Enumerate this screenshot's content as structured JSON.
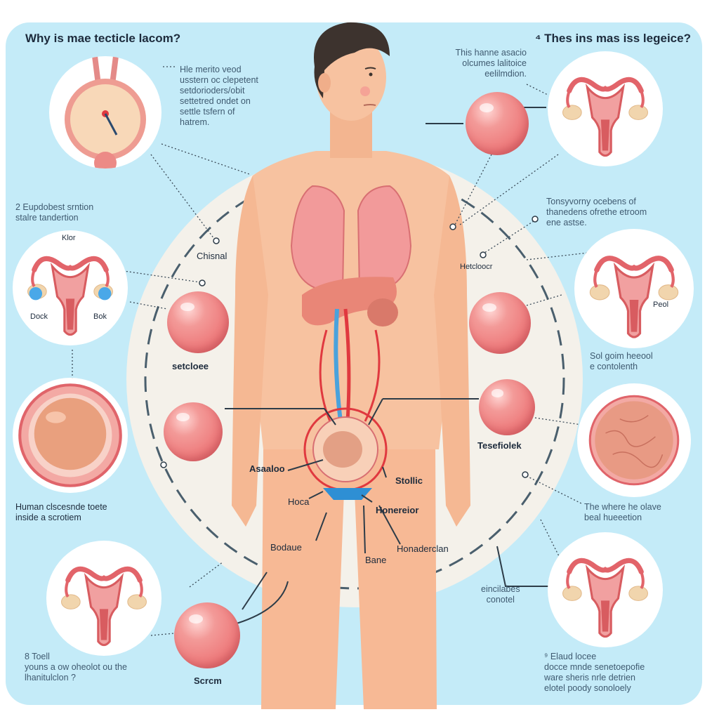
{
  "titles": {
    "left": "Why is mae tecticle lacom?",
    "right": "⁴ Thes ins mas iss legeice?"
  },
  "texts": {
    "top_left": "Hle merito veod\nusstern oc clepetent\nsetdorioders/obit\nsettetred ondet on\nsettle tsfern of\nhatrem.",
    "top_right": "This hanne asacio\nolcumes lalitoice\neelilmdion.",
    "mid_left": "2 Eupdobest srntion\nstalre tandertion",
    "mid_right": "Tonsyvorny ocebens of\nthanedens ofrethe etroom\nene astse.",
    "right_small": "Sol goim heeool\ne contolenth",
    "left_lower": "Human clscesnde toete\ninside a scrotiem",
    "right_lower": "The where he olave\nbeal hueeetion",
    "bottom_left": "8 Toell\nyouns a ow oheolot ou the\nlhanitulclon ?",
    "bottom_center_right": "eincilabes\nconotel",
    "bottom_right": "⁹ Elaud                  locee\ndocce mnde senetoepofie\nware sheris nrle detrien\nelotel poody sonoloely"
  },
  "labels": {
    "klor": "Klor",
    "dock": "Dock",
    "bok": "Bok",
    "chisnal": "Chisnal",
    "setcloee": "setcloee",
    "hetcloocr": "Hetcloocr",
    "peol": "Peol",
    "tesefiolek": "Tesefiolek",
    "asaaloo": "Asaaloo",
    "stollic": "Stollic",
    "hoca": "Hoca",
    "honereior": "Honereior",
    "bodaue": "Bodaue",
    "bane": "Bane",
    "honaderclan": "Honaderclan",
    "scrcm": "Scrcm"
  },
  "colors": {
    "panel": "#c4ebf8",
    "skin": "#f7c2a0",
    "organ": "#ee7b7c",
    "text": "#1d2b3c"
  }
}
